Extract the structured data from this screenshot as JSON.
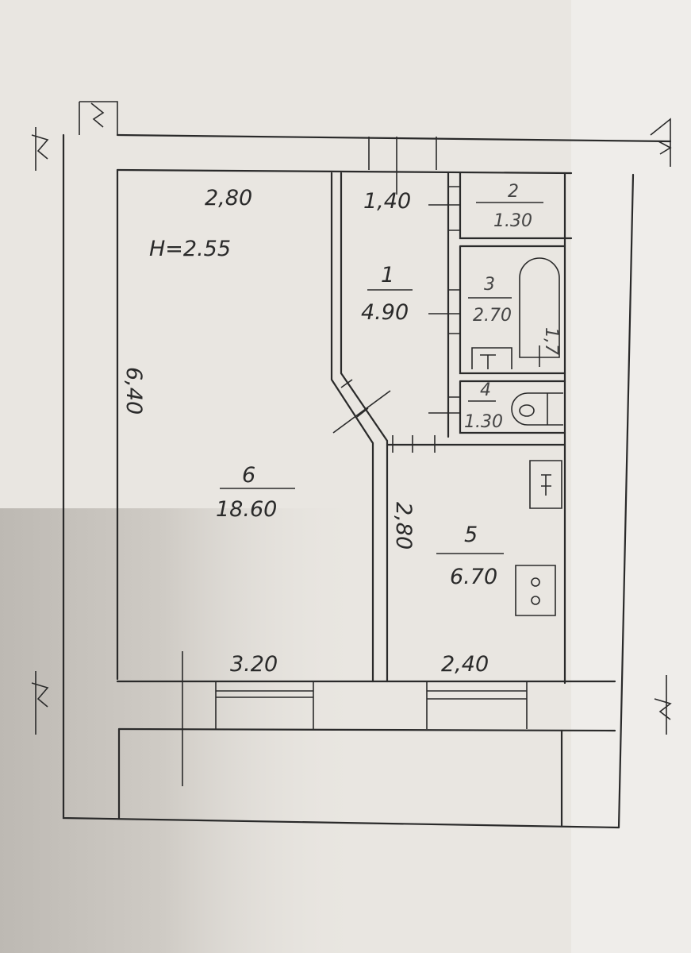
{
  "plan": {
    "ceiling_height": "H=2.55",
    "dims": {
      "room6_width_top": "2,80",
      "room6_length": "6,40",
      "room6_width_bottom": "3.20",
      "hall_width": "1,40",
      "kitchen_length": "2,80",
      "kitchen_width": "2,40",
      "bath_length": "1,7"
    },
    "rooms": [
      {
        "number": "1",
        "area": "4.90"
      },
      {
        "number": "2",
        "area": "1.30"
      },
      {
        "number": "3",
        "area": "2.70"
      },
      {
        "number": "4",
        "area": "1.30"
      },
      {
        "number": "5",
        "area": "6.70"
      },
      {
        "number": "6",
        "area": "18.60"
      }
    ]
  }
}
